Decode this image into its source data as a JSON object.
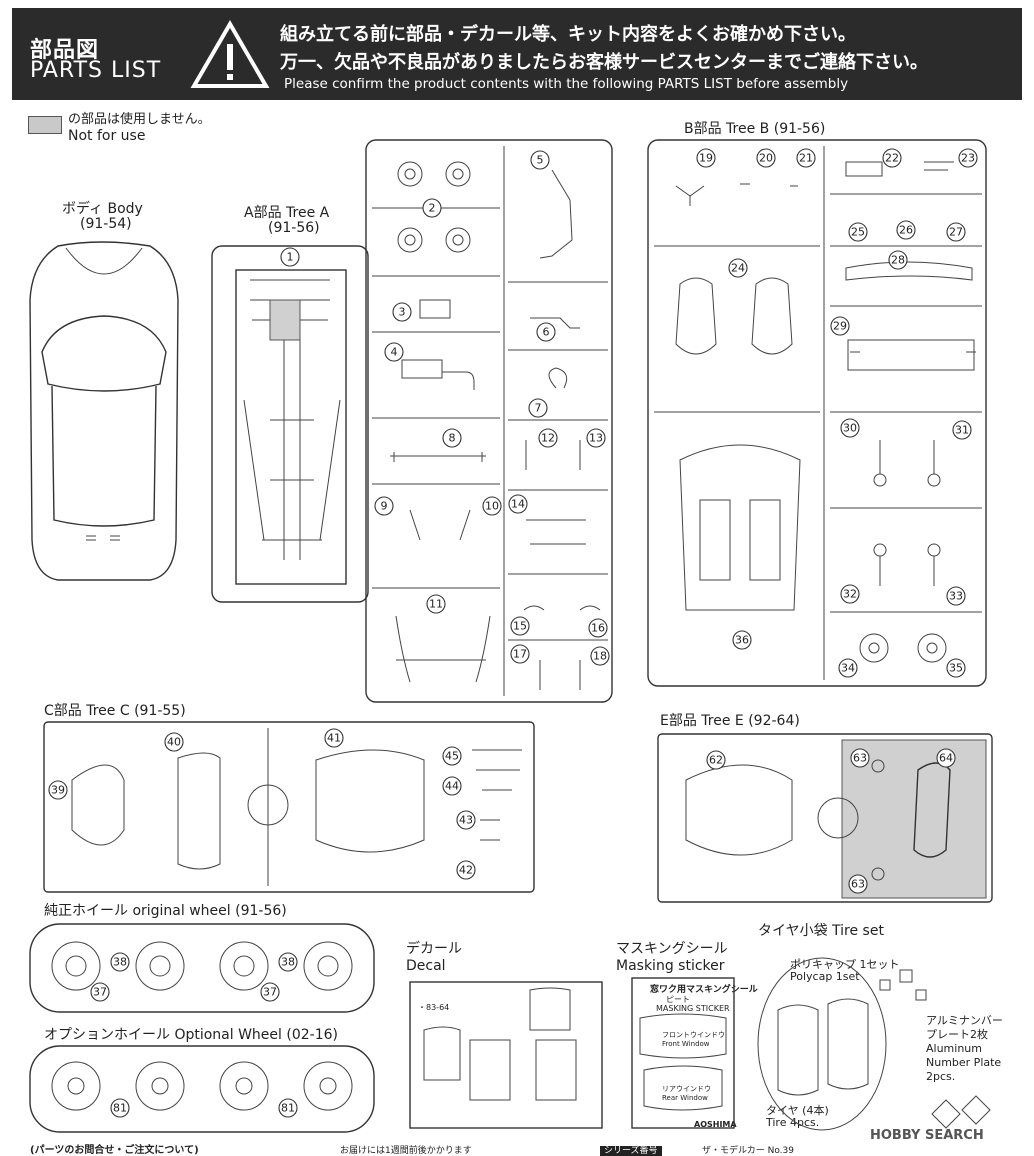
{
  "header": {
    "title_jp": "部品図",
    "title_en": "PARTS LIST",
    "notice_jp_1": "組み立てる前に部品・デカール等、キット内容をよくお確かめ下さい。",
    "notice_jp_2": "万一、欠品や不良品がありましたらお客様サービスセンターまでご連絡下さい。",
    "notice_en": "Please confirm the product contents with the following PARTS LIST before assembly"
  },
  "legend": {
    "jp": "の部品は使用しません。",
    "en": "Not for use"
  },
  "sections": {
    "body": {
      "label": "ボディ  Body",
      "code": "(91-54)"
    },
    "tree_a": {
      "label": "A部品  Tree A",
      "code": "(91-56)"
    },
    "tree_b": {
      "label": "B部品  Tree B  (91-56)"
    },
    "tree_c": {
      "label": "C部品  Tree C  (91-55)"
    },
    "tree_e": {
      "label": "E部品  Tree E  (92-64)"
    },
    "orig_wheel": {
      "label": "純正ホイール  original wheel  (91-56)"
    },
    "opt_wheel": {
      "label": "オプションホイール  Optional Wheel  (02-16)"
    },
    "decal": {
      "label_jp": "デカール",
      "label_en": "Decal",
      "plate_text": "・83-64"
    },
    "masking": {
      "label_jp": "マスキングシール",
      "label_en": "Masking sticker",
      "sheet_title_jp": "窓ワク用マスキングシール",
      "sheet_title_jp2": "ピート",
      "sheet_title_en": "MASKING STICKER",
      "front": "フロントウインドウ",
      "front_en": "Front Window",
      "rear": "リアウインドウ",
      "rear_en": "Rear Window",
      "brand": "AOSHIMA"
    },
    "tire_set": {
      "label": "タイヤ小袋  Tire set",
      "polycap_jp": "ポリキャップ 1セット",
      "polycap_en": "Polycap 1set",
      "plate_jp_1": "アルミナンバー",
      "plate_jp_2": "プレート2枚",
      "plate_en_1": "Aluminum",
      "plate_en_2": "Number Plate",
      "plate_en_3": "2pcs.",
      "tire_jp": "タイヤ (4本)",
      "tire_en": "Tire 4pcs."
    }
  },
  "watermark": "HOBBY SEARCH",
  "footer": {
    "left": "(パーツのお問合せ・ご注文について)",
    "middle": "お届けには1週間前後かかります",
    "series_label": "シリーズ番号",
    "series_value": "ザ・モデルカー No.39"
  },
  "part_numbers": [
    "1",
    "2",
    "3",
    "4",
    "5",
    "6",
    "7",
    "8",
    "9",
    "10",
    "11",
    "12",
    "13",
    "14",
    "15",
    "16",
    "17",
    "18",
    "19",
    "20",
    "21",
    "22",
    "23",
    "24",
    "25",
    "26",
    "27",
    "28",
    "29",
    "30",
    "31",
    "32",
    "33",
    "34",
    "35",
    "36",
    "37",
    "38",
    "39",
    "40",
    "41",
    "42",
    "43",
    "44",
    "45",
    "62",
    "63",
    "64",
    "81"
  ],
  "colors": {
    "header_bg": "#2b2b2b",
    "not_used_gray": "#c9c9c9",
    "line": "#333333"
  }
}
